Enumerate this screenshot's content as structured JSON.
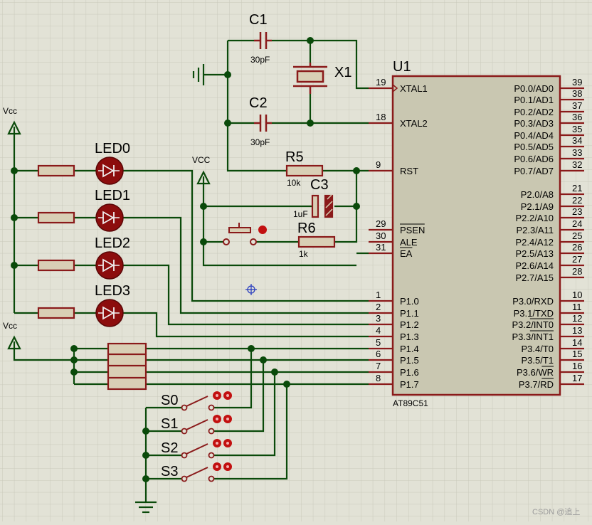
{
  "labels": {
    "c1": "C1",
    "c1_val": "30pF",
    "c2": "C2",
    "c2_val": "30pF",
    "x1": "X1",
    "u1": "U1",
    "u1_type": "AT89C51",
    "r5": "R5",
    "r5_val": "10k",
    "r6": "R6",
    "r6_val": "1k",
    "c3": "C3",
    "c3_val": "1uF",
    "vcc_left1": "Vcc",
    "vcc_left2": "Vcc",
    "vcc_mid": "VCC",
    "led0": "LED0",
    "led1": "LED1",
    "led2": "LED2",
    "led3": "LED3",
    "s0": "S0",
    "s1": "S1",
    "s2": "S2",
    "s3": "S3",
    "watermark": "CSDN @追上"
  },
  "left_pins": [
    {
      "num": "19",
      "name": "XTAL1"
    },
    {
      "num": "18",
      "name": "XTAL2"
    },
    {
      "num": "9",
      "name": "RST"
    },
    {
      "num": "29",
      "name": "PSEN",
      "overbar": true
    },
    {
      "num": "30",
      "name": "ALE"
    },
    {
      "num": "31",
      "name": "EA",
      "overbar": true
    },
    {
      "num": "1",
      "name": "P1.0"
    },
    {
      "num": "2",
      "name": "P1.1"
    },
    {
      "num": "3",
      "name": "P1.2"
    },
    {
      "num": "4",
      "name": "P1.3"
    },
    {
      "num": "5",
      "name": "P1.4"
    },
    {
      "num": "6",
      "name": "P1.5"
    },
    {
      "num": "7",
      "name": "P1.6"
    },
    {
      "num": "8",
      "name": "P1.7"
    }
  ],
  "right_pins": [
    {
      "num": "39",
      "name": "P0.0/AD0"
    },
    {
      "num": "38",
      "name": "P0.1/AD1"
    },
    {
      "num": "37",
      "name": "P0.2/AD2"
    },
    {
      "num": "36",
      "name": "P0.3/AD3"
    },
    {
      "num": "35",
      "name": "P0.4/AD4"
    },
    {
      "num": "34",
      "name": "P0.5/AD5"
    },
    {
      "num": "33",
      "name": "P0.6/AD6"
    },
    {
      "num": "32",
      "name": "P0.7/AD7"
    },
    {
      "num": "21",
      "name": "P2.0/A8"
    },
    {
      "num": "22",
      "name": "P2.1/A9"
    },
    {
      "num": "23",
      "name": "P2.2/A10"
    },
    {
      "num": "24",
      "name": "P2.3/A11"
    },
    {
      "num": "25",
      "name": "P2.4/A12"
    },
    {
      "num": "26",
      "name": "P2.5/A13"
    },
    {
      "num": "27",
      "name": "P2.6/A14"
    },
    {
      "num": "28",
      "name": "P2.7/A15"
    },
    {
      "num": "10",
      "name": "P3.0/RXD"
    },
    {
      "num": "11",
      "name": "P3.1/TXD"
    },
    {
      "num": "12",
      "name": "P3.2/INT0",
      "bar_part": "INT0"
    },
    {
      "num": "13",
      "name": "P3.3/INT1",
      "bar_part": "INT1"
    },
    {
      "num": "14",
      "name": "P3.4/T0"
    },
    {
      "num": "15",
      "name": "P3.5/T1"
    },
    {
      "num": "16",
      "name": "P3.6/WR",
      "bar_part": "WR"
    },
    {
      "num": "17",
      "name": "P3.7/RD",
      "bar_part": "RD"
    }
  ],
  "colors": {
    "background": "#e2e2d6",
    "grid": "#c9c9bb",
    "wire": "#0a4a0a",
    "component": "#8a1a1a",
    "chip_fill": "#c9c7b1",
    "resistor_fill": "#d9cfb5",
    "led_fill": "#8c0d0d"
  }
}
